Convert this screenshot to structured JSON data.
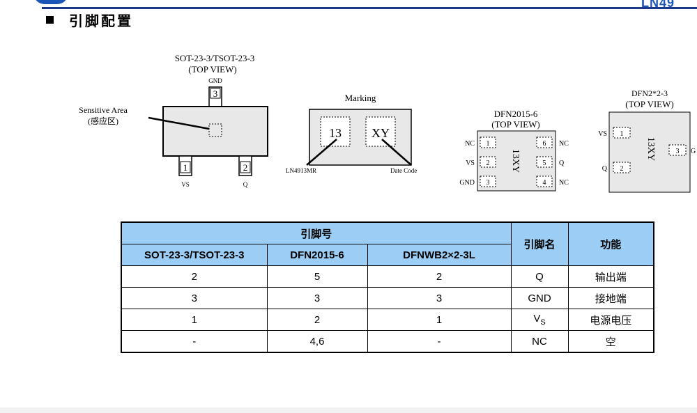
{
  "header": {
    "brand_fragment": "LN49"
  },
  "section": {
    "title": "引脚配置"
  },
  "sot": {
    "package_name": "SOT-23-3/TSOT-23-3",
    "view": "(TOP VIEW)",
    "top_pin_label": "GND",
    "top_pin_number": "3",
    "sensitive_en": "Sensitive Area",
    "sensitive_zh": "(感应区)",
    "pin1_number": "1",
    "pin1_label": "VS",
    "pin2_number": "2",
    "pin2_label": "Q"
  },
  "marking": {
    "title": "Marking",
    "code1": "13",
    "code2": "XY",
    "left_caption": "LN4913MR",
    "right_caption": "Date Code"
  },
  "dfn2015": {
    "package_name": "DFN2015-6",
    "view": "(TOP VIEW)",
    "body_mark": "13XY",
    "left_pins": [
      {
        "label": "NC",
        "number": "1"
      },
      {
        "label": "VS",
        "number": "2"
      },
      {
        "label": "GND",
        "number": "3"
      }
    ],
    "right_pins": [
      {
        "label": "NC",
        "number": "6"
      },
      {
        "label": "Q",
        "number": "5"
      },
      {
        "label": "NC",
        "number": "4"
      }
    ]
  },
  "dfn22": {
    "package_name": "DFN2*2-3",
    "view": "(TOP VIEW)",
    "body_mark": "13XY",
    "pin1_label": "VS",
    "pin1_number": "1",
    "pin2_label": "Q",
    "pin2_number": "2",
    "pin3_number": "3",
    "pin3_label": "G"
  },
  "table": {
    "group_header": "引脚号",
    "columns": [
      "SOT-23-3/TSOT-23-3",
      "DFN2015-6",
      "DFNWB2×2-3L"
    ],
    "name_header": "引脚名",
    "function_header": "功能",
    "rows": [
      {
        "sot": "2",
        "dfn2015": "5",
        "dfnwb": "2",
        "name": "Q",
        "name_sub": "",
        "function": "输出端"
      },
      {
        "sot": "3",
        "dfn2015": "3",
        "dfnwb": "3",
        "name": "GND",
        "name_sub": "",
        "function": "接地端"
      },
      {
        "sot": "1",
        "dfn2015": "2",
        "dfnwb": "1",
        "name": "V",
        "name_sub": "S",
        "function": "电源电压"
      },
      {
        "sot": "-",
        "dfn2015": "4,6",
        "dfnwb": "-",
        "name": "NC",
        "name_sub": "",
        "function": "空"
      }
    ]
  }
}
